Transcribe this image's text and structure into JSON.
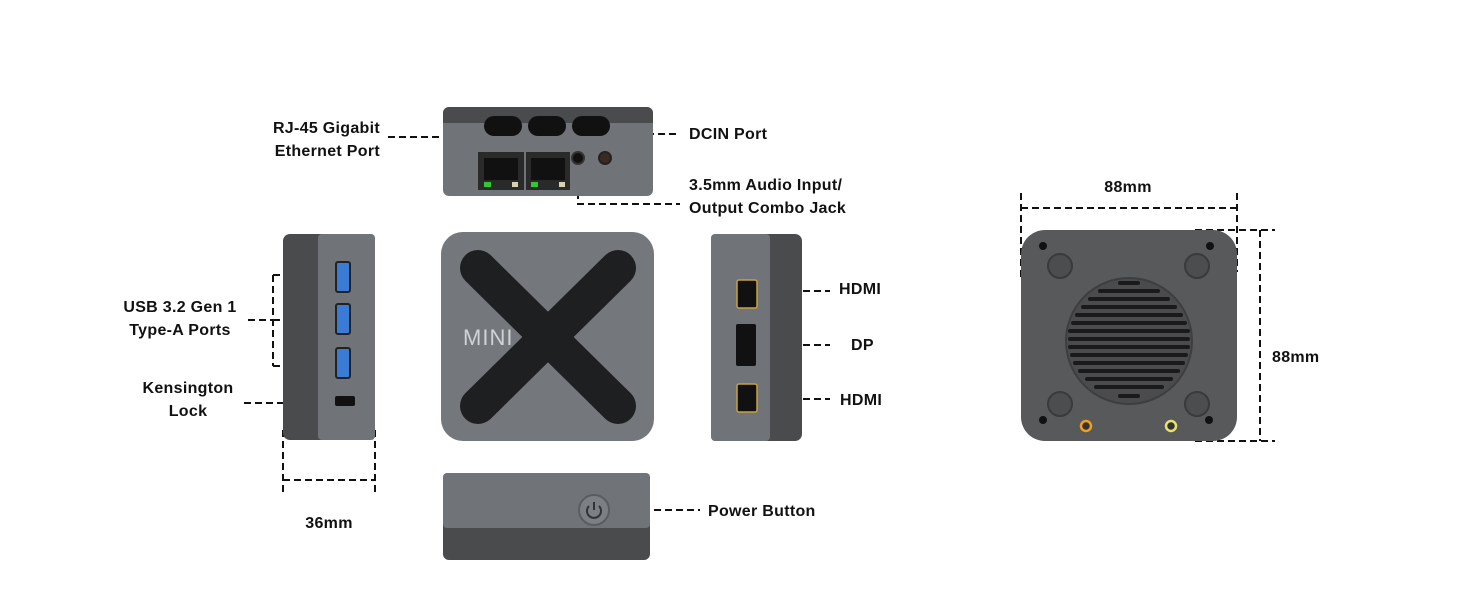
{
  "labels": {
    "rj45": [
      "RJ-45 Gigabit",
      "Ethernet Port"
    ],
    "dcin": "DCIN Port",
    "audio": [
      "3.5mm Audio Input/",
      "Output Combo Jack"
    ],
    "usb": [
      "USB 3.2 Gen 1",
      "Type-A Ports"
    ],
    "kensington": [
      "Kensington",
      "Lock"
    ],
    "width_dim": "36mm",
    "hdmi_top": "HDMI",
    "dp": "DP",
    "hdmi_bottom": "HDMI",
    "power": "Power Button",
    "bottom_width": "88mm",
    "bottom_depth": "88mm"
  },
  "device": {
    "logo": "MINI",
    "body_color": "#6f7378",
    "dark_color": "#4a4b4d",
    "bottom_color": "#58595b",
    "usb_color": "#3a7bd5",
    "led_green": "#32c832",
    "screw_orange": "#f0a020",
    "screw_yellow": "#e8e070"
  }
}
